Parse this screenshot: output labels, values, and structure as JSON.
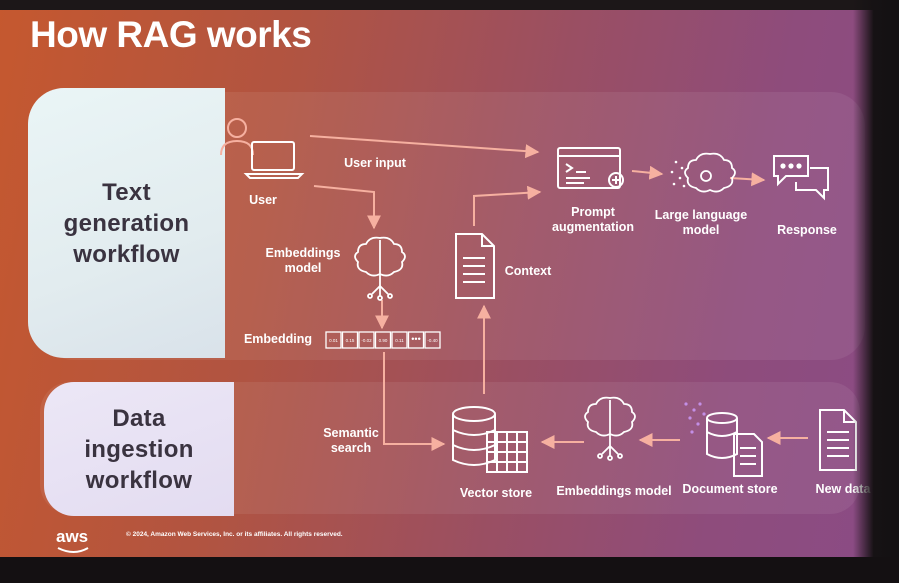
{
  "slide": {
    "title": "How RAG works",
    "copyright": "© 2024, Amazon Web Services, Inc. or its affiliates. All rights reserved.",
    "logo_text": "aws"
  },
  "workflows": {
    "text_generation": "Text\ngeneration\nworkflow",
    "data_ingestion": "Data\ningestion\nworkflow"
  },
  "nodes": {
    "user": "User",
    "user_input": "User input",
    "embeddings_model_top": "Embeddings\nmodel",
    "embedding": "Embedding",
    "context": "Context",
    "prompt_augmentation": "Prompt\naugmentation",
    "large_language_model": "Large language\nmodel",
    "response": "Response",
    "semantic_search": "Semantic\nsearch",
    "vector_store": "Vector store",
    "embeddings_model_bottom": "Embeddings model",
    "document_store": "Document store",
    "new_data": "New data"
  },
  "embedding_cells": [
    "0.01",
    "0.15",
    "-0.02",
    "0.90",
    "0.11",
    "•••",
    "-0.40"
  ],
  "colors": {
    "arrow": "#f6b0a0",
    "white": "#ffffff",
    "accent_purple": "#c38fe6"
  }
}
